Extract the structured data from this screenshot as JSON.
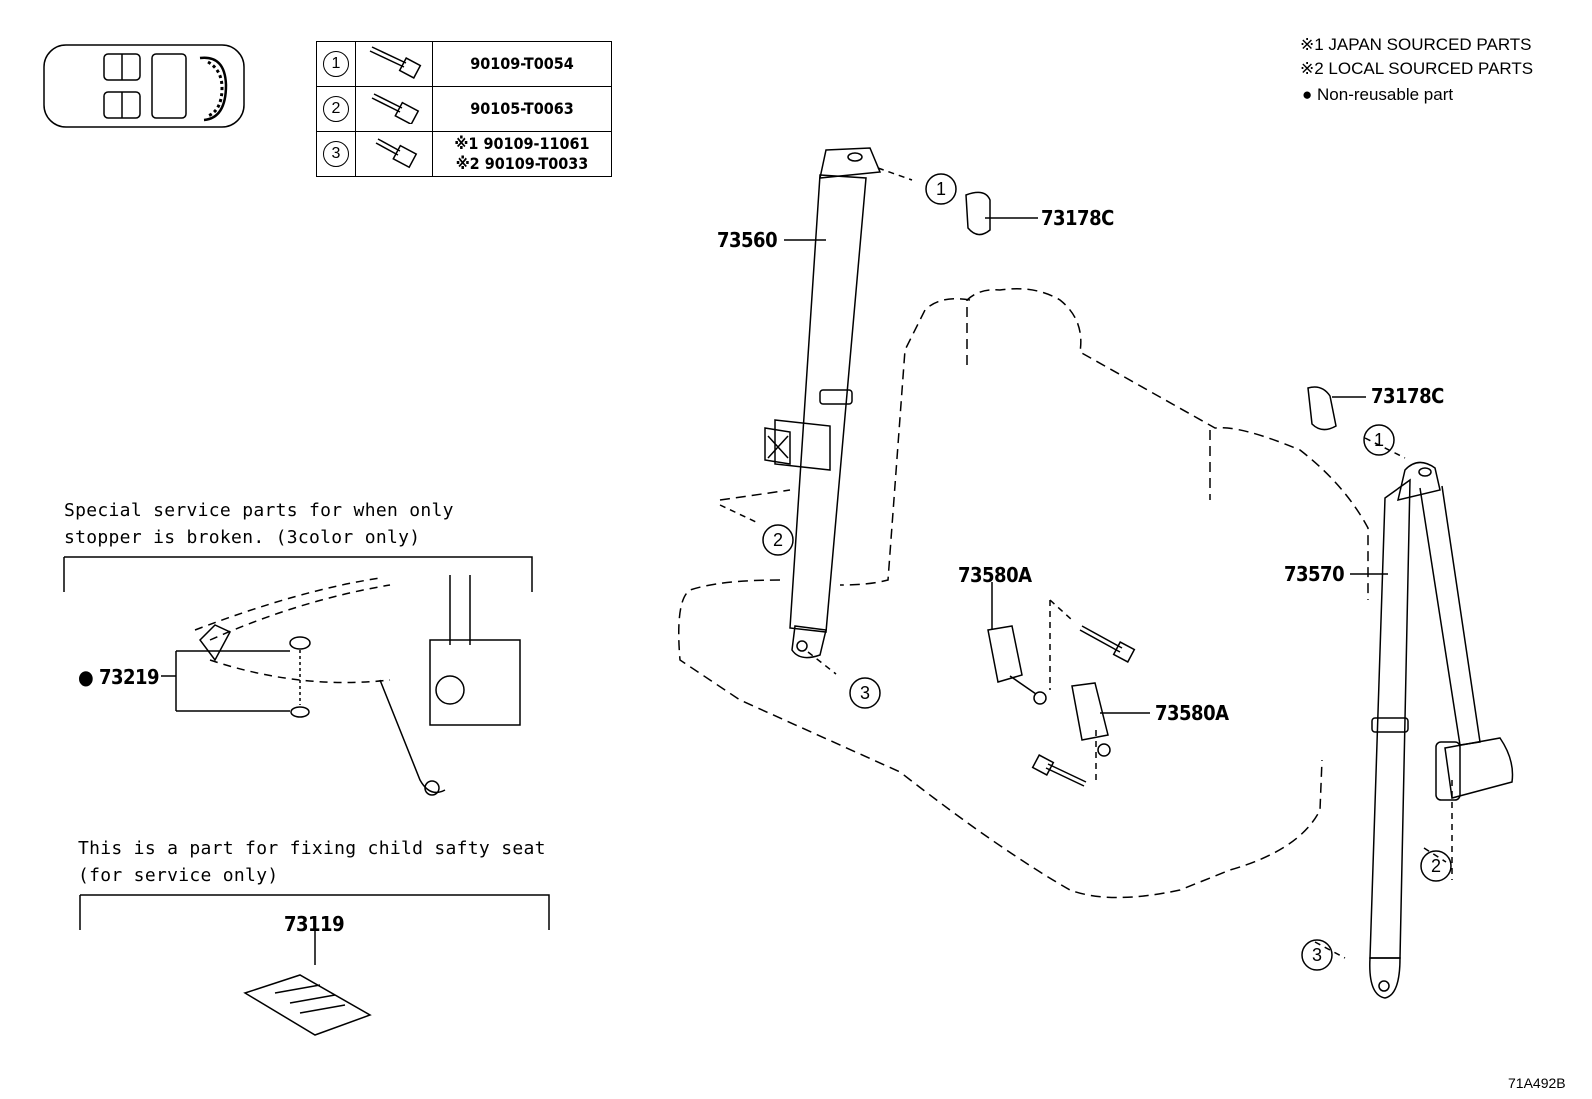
{
  "bolt_table": [
    {
      "ref": "1",
      "part_lines": [
        "90109-T0054"
      ]
    },
    {
      "ref": "2",
      "part_lines": [
        "90105-T0063"
      ]
    },
    {
      "ref": "3",
      "part_lines": [
        "※1  90109-11061",
        "※2  90109-T0033"
      ]
    }
  ],
  "legend": {
    "japan": "※1 JAPAN SOURCED PARTS",
    "local": "※2 LOCAL SOURCED PARTS",
    "nonreusable_mark": "●",
    "nonreusable": "Non-reusable part"
  },
  "parts": {
    "belt_left": "73560",
    "cover_top": "73178C",
    "cover_right": "73178C",
    "belt_right": "73570",
    "buckle_upper": "73580A",
    "buckle_lower": "73580A",
    "stopper_mark": "●",
    "stopper": "73219",
    "child_seat_part": "73119"
  },
  "notes": {
    "special_1": "Special service parts for when only",
    "special_2": "stopper is broken. (3color only)",
    "child_1": "This is a part for fixing child safty seat",
    "child_2": "(for service only)"
  },
  "callouts": {
    "c1": "1",
    "c2": "2",
    "c3": "3",
    "c4": "1",
    "c5": "2",
    "c6": "3"
  },
  "diagram_code": "71A492B"
}
